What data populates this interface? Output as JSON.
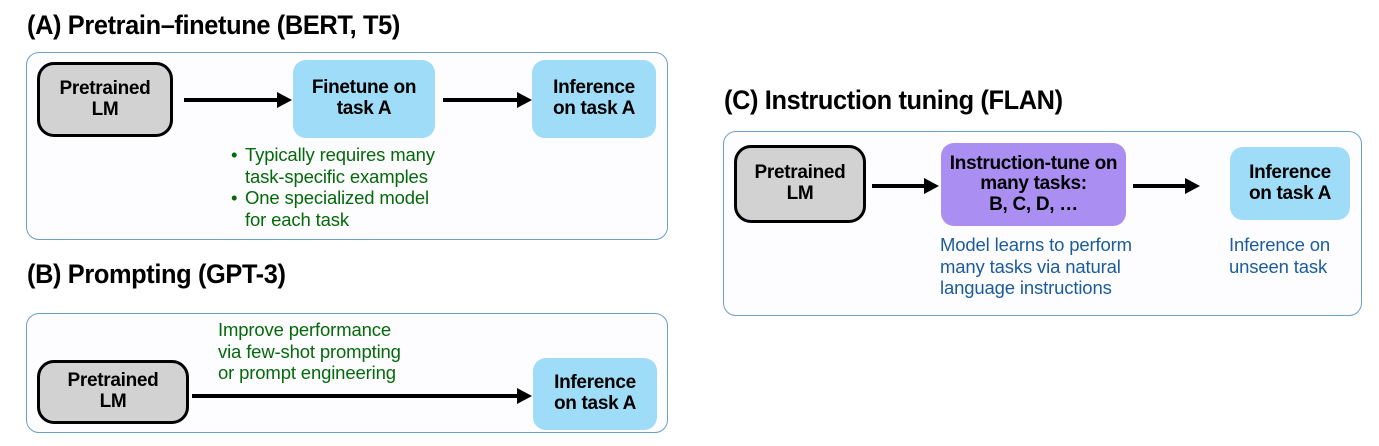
{
  "panels": [
    {
      "id": "pretrain-finetune",
      "title": "(A) Pretrain–finetune (BERT, T5)",
      "nodes": [
        {
          "name": "pretrained-lm-box",
          "label": "Pretrained\nLM",
          "style": "gray"
        },
        {
          "name": "finetune-box",
          "label": "Finetune on\ntask A",
          "style": "blue"
        },
        {
          "name": "inference-box",
          "label": "Inference\non task A",
          "style": "blue"
        }
      ],
      "bullets": [
        "Typically requires many\ntask-specific examples",
        "One specialized model\nfor each task"
      ]
    },
    {
      "id": "prompting",
      "title": "(B) Prompting (GPT-3)",
      "nodes": [
        {
          "name": "pretrained-lm-box",
          "label": "Pretrained\nLM",
          "style": "gray"
        },
        {
          "name": "inference-box",
          "label": "Inference\non task A",
          "style": "blue"
        }
      ],
      "annotation": "Improve performance\nvia few-shot prompting\nor prompt engineering"
    },
    {
      "id": "instruction-tuning",
      "title": "(C) Instruction tuning (FLAN)",
      "nodes": [
        {
          "name": "pretrained-lm-box",
          "label": "Pretrained\nLM",
          "style": "gray"
        },
        {
          "name": "instruction-tune-box",
          "label": "Instruction-tune on\nmany tasks:\nB, C, D, …",
          "style": "purple"
        },
        {
          "name": "inference-box",
          "label": "Inference\non task A",
          "style": "blue"
        }
      ],
      "captions": [
        "Model learns to perform\nmany tasks via natural\nlanguage instructions",
        "Inference on\nunseen task"
      ]
    }
  ],
  "colors": {
    "gray_box": "#d2d2d2",
    "blue_box": "#9edcf7",
    "purple_box": "#ab8ef2",
    "panel_border": "#6f9fc4",
    "green_text": "#046a09",
    "blue_text": "#1b5c9c",
    "arrow": "#000000"
  }
}
